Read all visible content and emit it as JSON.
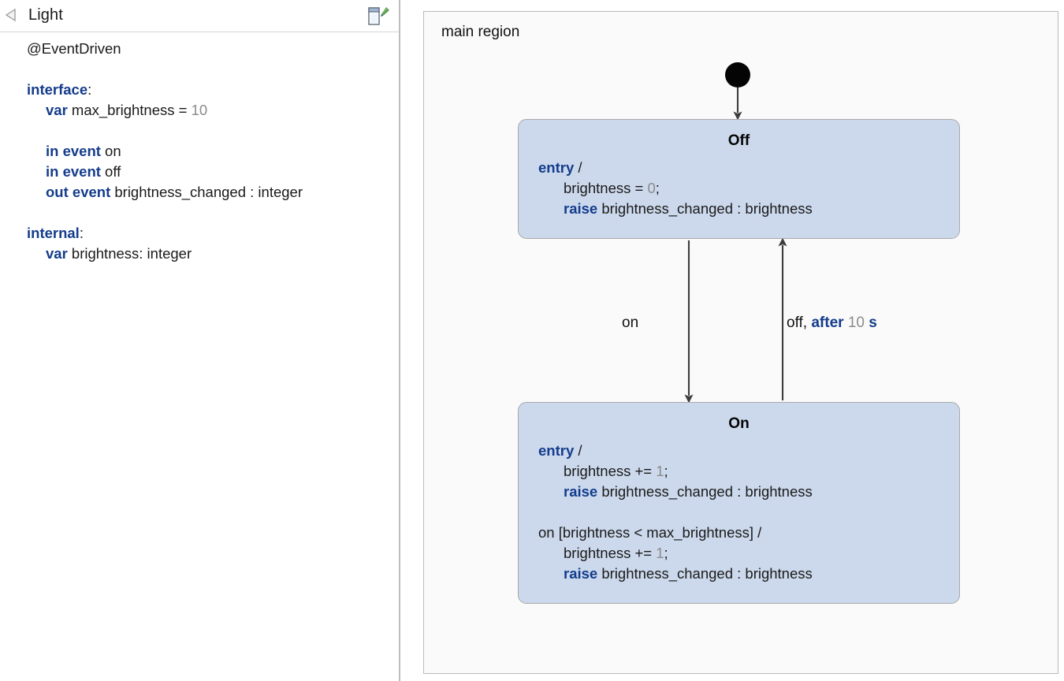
{
  "editor": {
    "title": "Light",
    "collapse_icon": "collapse-left-triangle-icon",
    "header_icon": "maximize-restore-icon",
    "lines": [
      {
        "id": "annotation",
        "indent": 0,
        "text": "@EventDriven"
      },
      {
        "id": "blank1",
        "indent": 0,
        "text": ""
      },
      {
        "id": "interface",
        "indent": 0,
        "html": "<span class=\"kw\">interface</span>:"
      },
      {
        "id": "max-bright",
        "indent": 1,
        "html": "<span class=\"kw\">var</span> max_brightness = <span class=\"num\">10</span>"
      },
      {
        "id": "blank2",
        "indent": 0,
        "text": ""
      },
      {
        "id": "in-event-on",
        "indent": 1,
        "html": "<span class=\"kw\">in event</span> on"
      },
      {
        "id": "in-event-off",
        "indent": 1,
        "html": "<span class=\"kw\">in event</span> off"
      },
      {
        "id": "out-event-bc",
        "indent": 1,
        "html": "<span class=\"kw\">out event</span> brightness_changed : integer"
      },
      {
        "id": "blank3",
        "indent": 0,
        "text": ""
      },
      {
        "id": "internal",
        "indent": 0,
        "html": "<span class=\"kw\">internal</span>:"
      },
      {
        "id": "var-bright",
        "indent": 1,
        "html": "<span class=\"kw\">var</span> brightness: integer"
      }
    ]
  },
  "diagram": {
    "region_label": "main region",
    "initial_node": "initial-state-node",
    "states": [
      {
        "id": "off",
        "name": "Off",
        "lines": [
          {
            "indent": 0,
            "html": "<span class=\"kw\">entry</span> /"
          },
          {
            "indent": 1,
            "html": "brightness = <span class=\"num\">0</span>;"
          },
          {
            "indent": 1,
            "html": "<span class=\"kw\">raise</span> brightness_changed : brightness"
          }
        ]
      },
      {
        "id": "on",
        "name": "On",
        "lines": [
          {
            "indent": 0,
            "html": "<span class=\"kw\">entry</span> /"
          },
          {
            "indent": 1,
            "html": "brightness += <span class=\"num\">1</span>;"
          },
          {
            "indent": 1,
            "html": "<span class=\"kw\">raise</span> brightness_changed : brightness"
          },
          {
            "indent": 0,
            "html": ""
          },
          {
            "indent": 0,
            "html": "on [brightness &lt; max_brightness] /"
          },
          {
            "indent": 1,
            "html": "brightness += <span class=\"num\">1</span>;"
          },
          {
            "indent": 1,
            "html": "<span class=\"kw\">raise</span> brightness_changed : brightness"
          }
        ]
      }
    ],
    "transitions": [
      {
        "id": "off-to-on",
        "label_html": "on",
        "direction": "down"
      },
      {
        "id": "on-to-off",
        "label_html": "off, <span class=\"kw\">after</span> <span class=\"num\">10</span> <span class=\"kw\">s</span>",
        "direction": "up"
      }
    ]
  },
  "colors": {
    "state_fill": "#ccd9ec",
    "state_border": "#a8a8a8",
    "keyword": "#143c8c",
    "number": "#8c8c8c",
    "canvas": "#fafafa",
    "edge": "#3d3d3d"
  }
}
